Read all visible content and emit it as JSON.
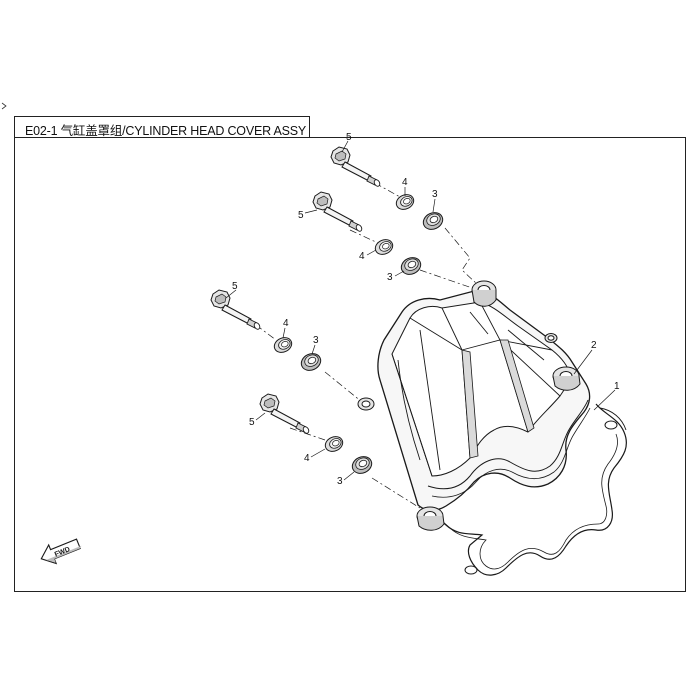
{
  "title": "E02-1 气缸盖罩组/CYLINDER HEAD COVER ASSY",
  "fwd_label": "FWD",
  "callouts": {
    "c1": "1",
    "c2": "2",
    "c3": "3",
    "c4": "4",
    "c5": "5"
  },
  "colors": {
    "line": "#1a1a1a",
    "shade": "#cfcfcf",
    "light": "#ececec"
  }
}
